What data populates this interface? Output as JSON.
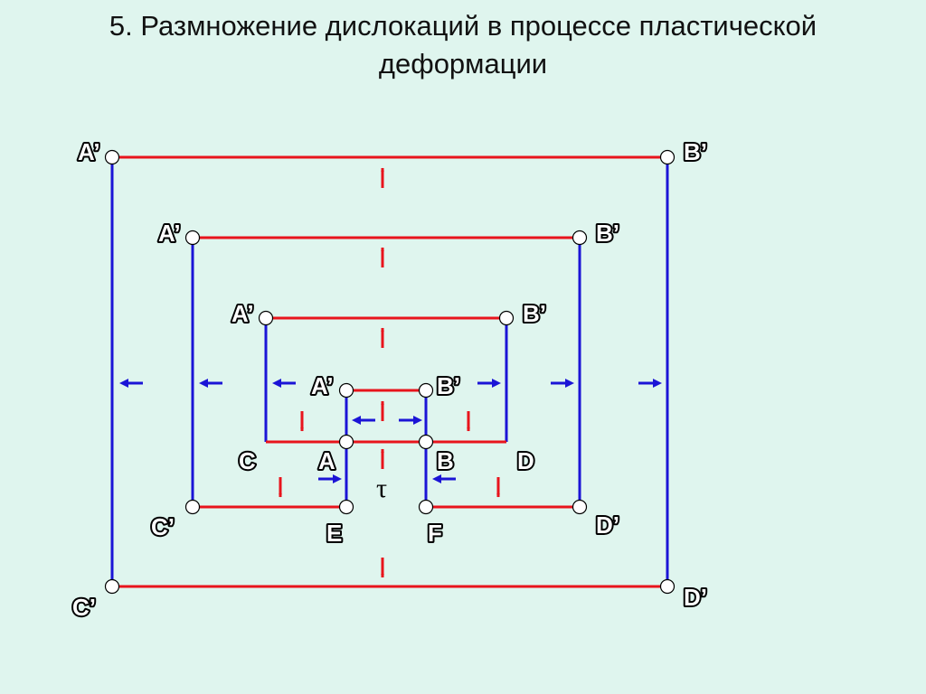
{
  "title": {
    "line1": "5. Размножение дислокаций в процессе пластической",
    "line2": "деформации"
  },
  "colors": {
    "background": "#dff5ee",
    "red": "#e8141c",
    "blue": "#1b14d6",
    "node_fill": "#ffffff",
    "node_stroke": "#000000"
  },
  "labels": {
    "a1": "A’",
    "b1": "B’",
    "c1": "C’",
    "d1": "D’",
    "a2": "A’",
    "b2": "B’",
    "c2": "C’",
    "d2": "D’",
    "a3": "A’",
    "b3": "B’",
    "a4": "A’",
    "b4": "B’",
    "c": "C",
    "a": "A",
    "b": "B",
    "d": "D",
    "e": "E",
    "f": "F",
    "tau": "τ"
  }
}
